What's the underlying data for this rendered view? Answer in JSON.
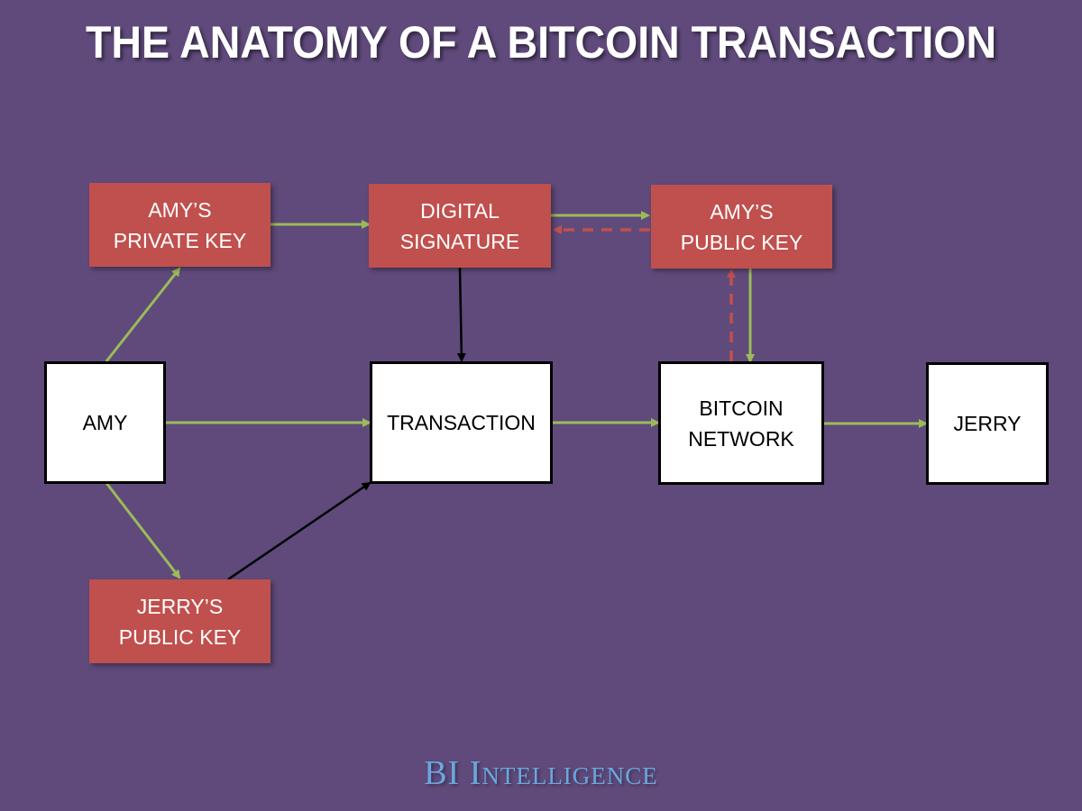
{
  "title": "THE ANATOMY OF A BITCOIN TRANSACTION",
  "nodes": {
    "amys_private_key": "AMY’S\nPRIVATE KEY",
    "digital_signature": "DIGITAL\nSIGNATURE",
    "amys_public_key": "AMY’S\nPUBLIC KEY",
    "amy": "AMY",
    "transaction": "TRANSACTION",
    "bitcoin_network": "BITCOIN\nNETWORK",
    "jerry": "JERRY",
    "jerrys_public_key": "JERRY’S\nPUBLIC KEY"
  },
  "edges": [
    {
      "from": "amy",
      "to": "amys_private_key",
      "style": "green"
    },
    {
      "from": "amys_private_key",
      "to": "digital_signature",
      "style": "green"
    },
    {
      "from": "digital_signature",
      "to": "amys_public_key",
      "style": "green"
    },
    {
      "from": "amys_public_key",
      "to": "digital_signature",
      "style": "red-dashed"
    },
    {
      "from": "digital_signature",
      "to": "transaction",
      "style": "black"
    },
    {
      "from": "amy",
      "to": "transaction",
      "style": "green"
    },
    {
      "from": "amy",
      "to": "jerrys_public_key",
      "style": "green"
    },
    {
      "from": "jerrys_public_key",
      "to": "transaction",
      "style": "black"
    },
    {
      "from": "transaction",
      "to": "bitcoin_network",
      "style": "green"
    },
    {
      "from": "amys_public_key",
      "to": "bitcoin_network",
      "style": "green"
    },
    {
      "from": "bitcoin_network",
      "to": "amys_public_key",
      "style": "red-dashed"
    },
    {
      "from": "bitcoin_network",
      "to": "jerry",
      "style": "green"
    }
  ],
  "colors": {
    "background": "#5f4a7b",
    "key_box": "#c0504d",
    "green_arrow": "#9bbb59",
    "red_dashed": "#c0504d",
    "black_arrow": "#000000",
    "footer_text": "#6aa7de"
  },
  "footer": "BI Intelligence"
}
